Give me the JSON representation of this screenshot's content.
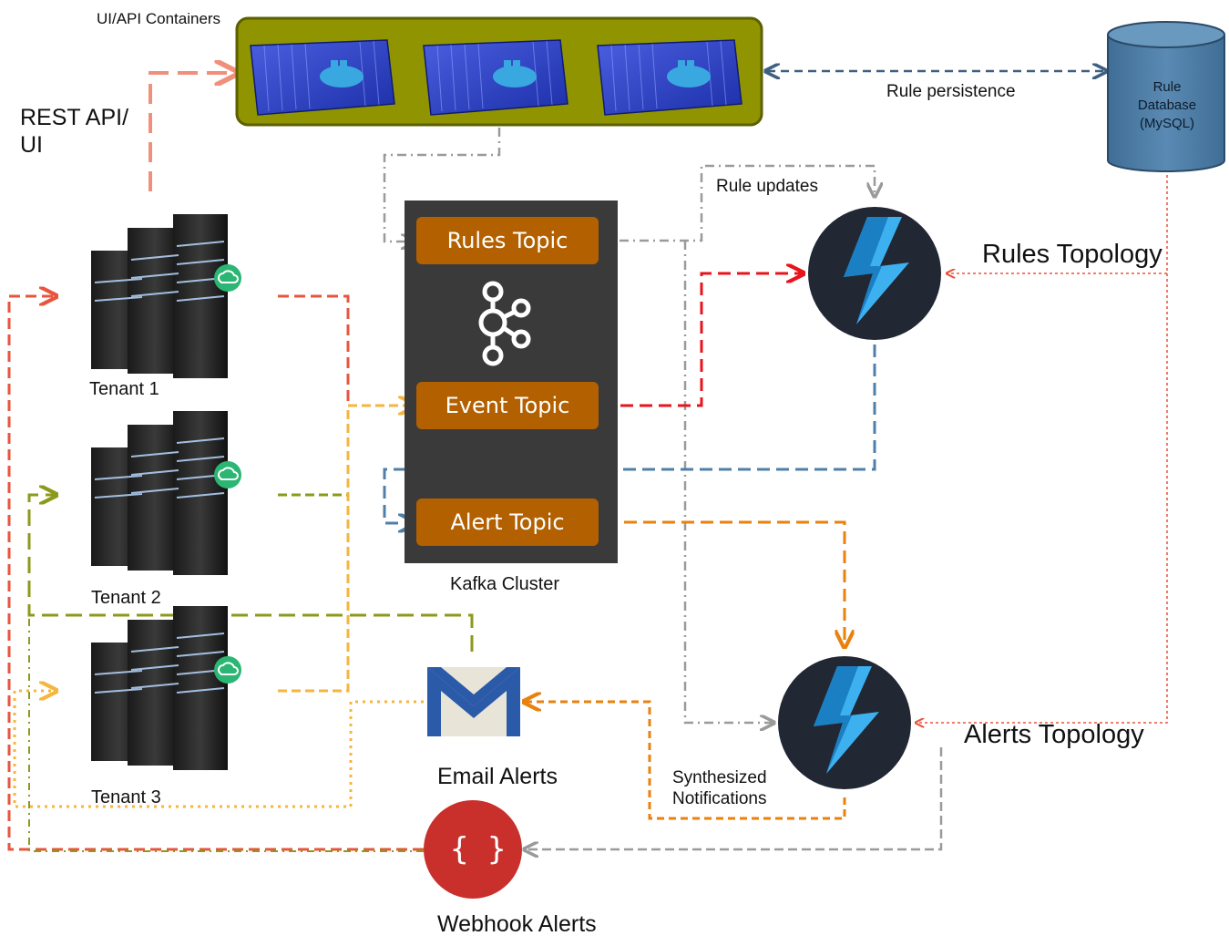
{
  "labels": {
    "containers": "UI/API Containers",
    "rest_api": "REST API/\nUI",
    "rule_persistence": "Rule persistence",
    "rule_db": "Rule\nDatabase\n(MySQL)",
    "rule_updates": "Rule updates",
    "rules_topology": "Rules Topology",
    "alerts_topology": "Alerts Topology",
    "kafka_cluster": "Kafka Cluster",
    "tenant1": "Tenant 1",
    "tenant2": "Tenant 2",
    "tenant3": "Tenant 3",
    "email_alerts": "Email Alerts",
    "webhook_alerts": "Webhook Alerts",
    "synthesized": "Synthesized\nNotifications",
    "webhook_glyph": "{ }"
  },
  "topics": {
    "rules": "Rules Topic",
    "event": "Event Topic",
    "alert": "Alert Topic"
  },
  "colors": {
    "container_bg": "#8f9400",
    "kafka_bg": "#3a3a3a",
    "topic_bg": "#b36000",
    "db_fill": "#4d7ea8",
    "storm_bg": "#212733",
    "webhook_red": "#c9302c",
    "rest_arrow": "#f0907a",
    "tenant1_line": "#e8553e",
    "tenant2_line": "#8c9a1b",
    "tenant3_line": "#f5b53f",
    "event_red": "#e8141c",
    "alert_orange": "#e8820c",
    "blue_dash": "#4f7fa8",
    "gray_dashdot": "#9a9a9a",
    "db_red_dotted": "#e8553e",
    "persistence": "#3e5f80"
  },
  "icons": {
    "containers": "docker-container-icon",
    "servers": "server-rack-icon",
    "cloud": "cloud-badge-icon",
    "kafka": "kafka-logo-icon",
    "storm": "storm-lightning-icon",
    "gmail": "gmail-envelope-icon",
    "webhook": "webhook-braces-icon",
    "database": "database-cylinder-icon"
  }
}
